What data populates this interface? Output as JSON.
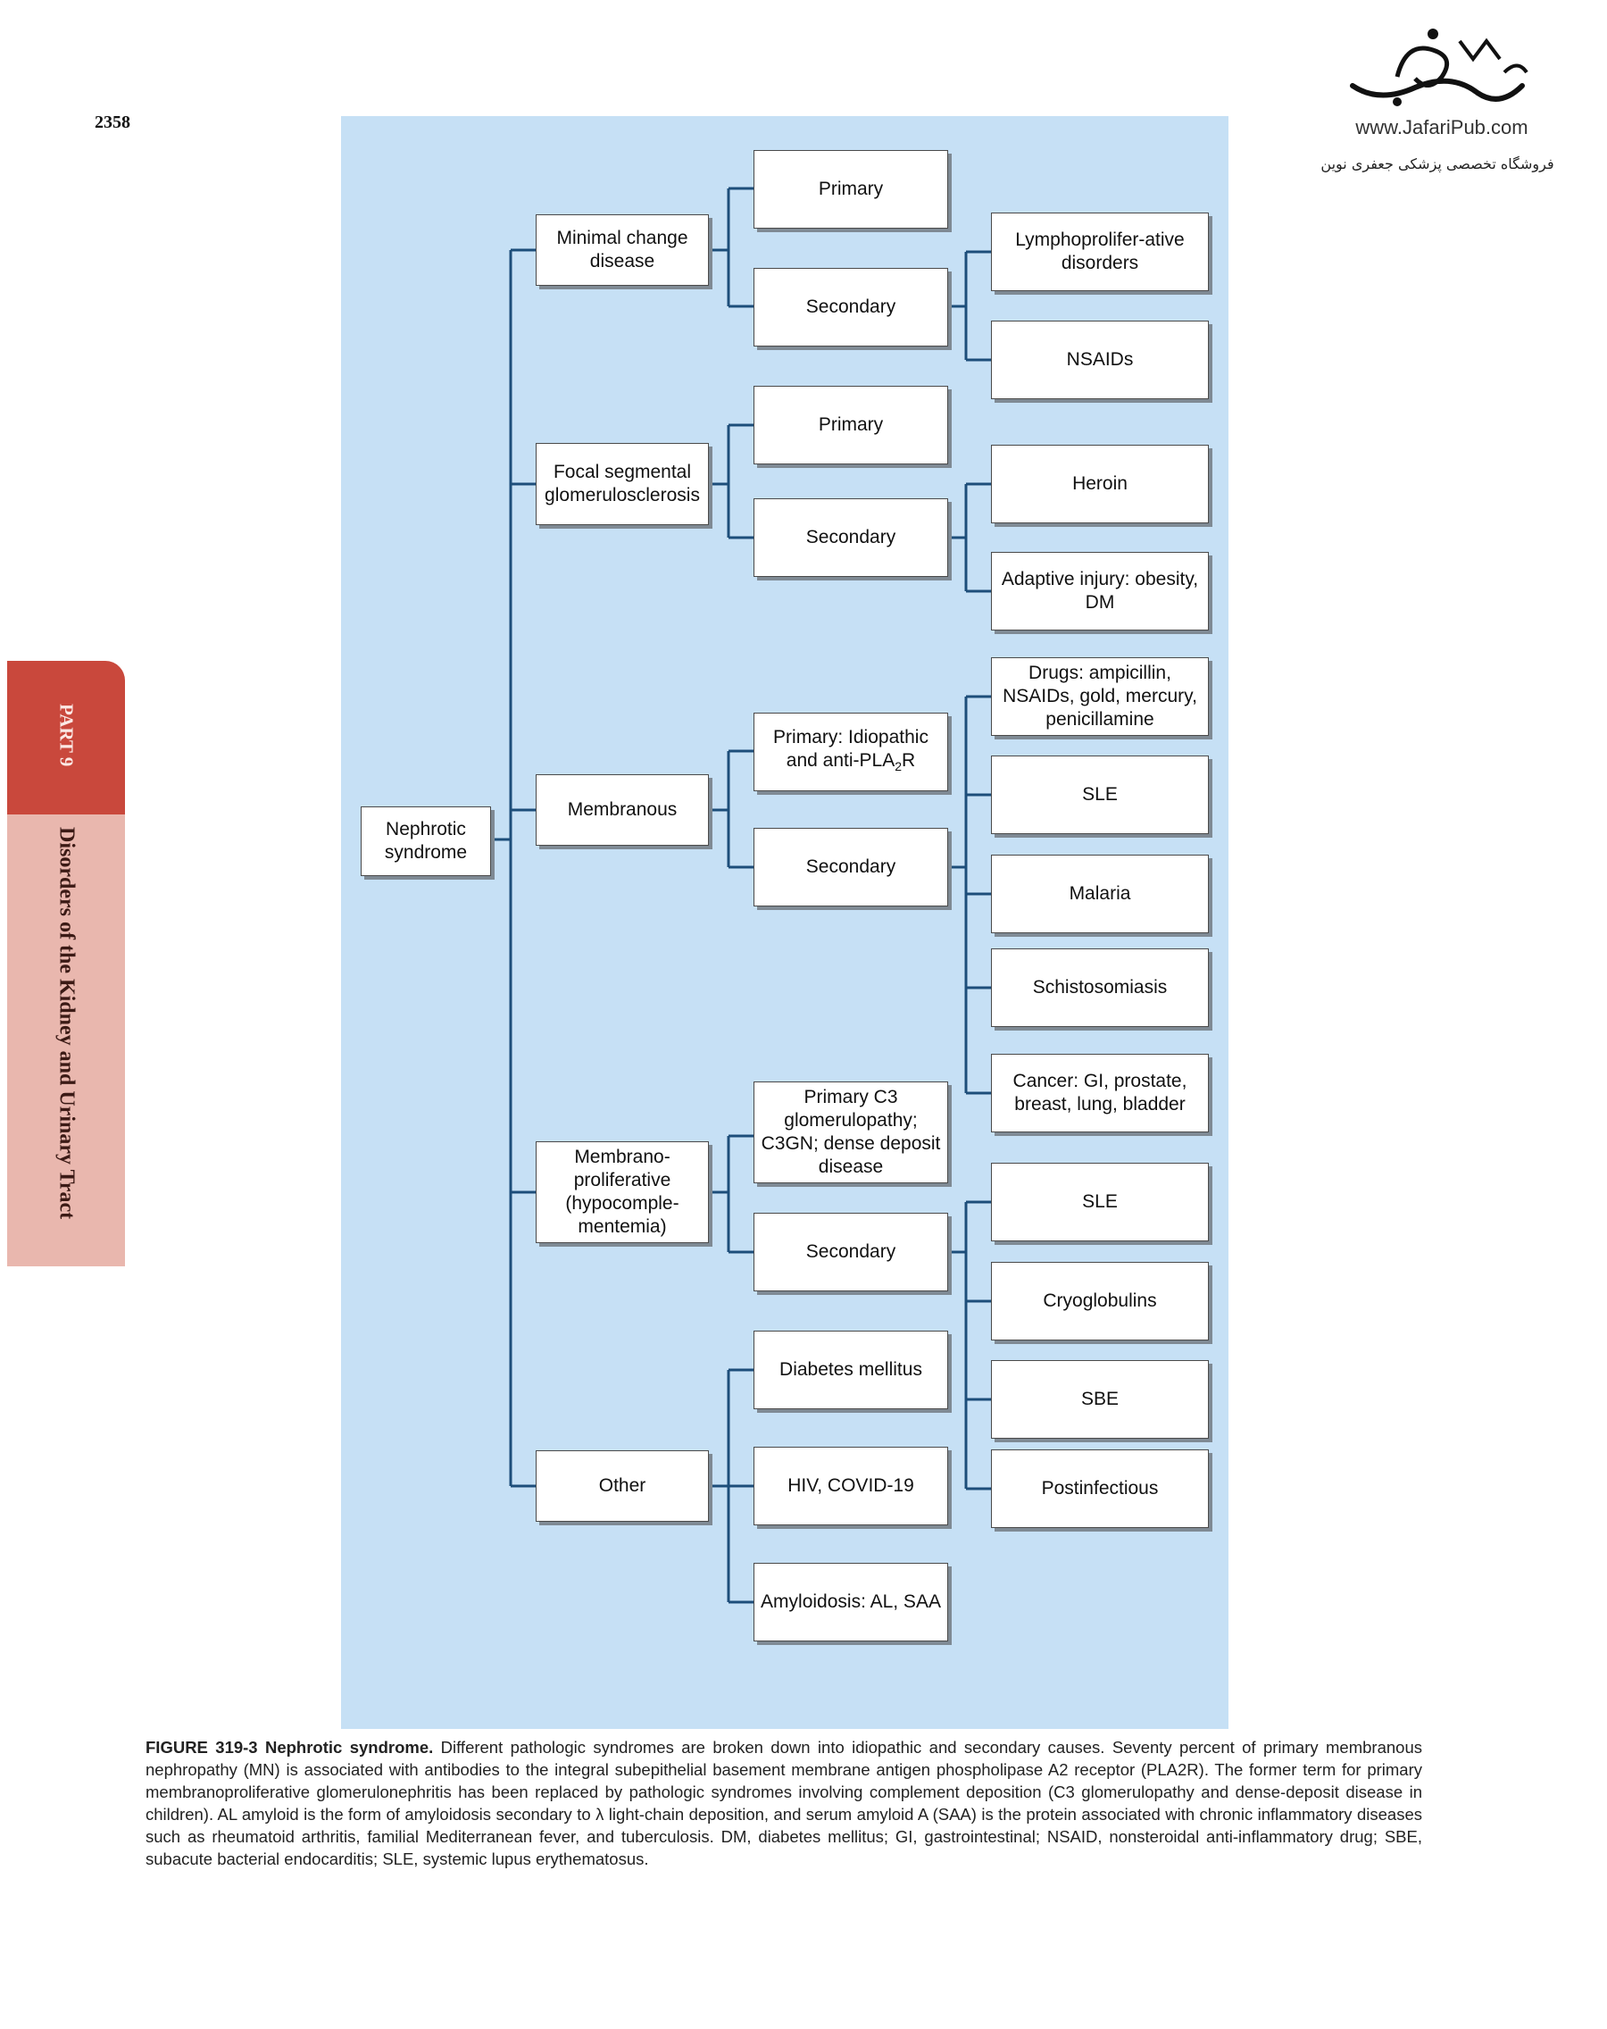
{
  "page_number": "2358",
  "logo": {
    "url": "www.JafariPub.com",
    "tagline": "فروشگاه تخصصی پزشکی جعفری نوین"
  },
  "side_tab": {
    "part": "PART 9",
    "section": "Disorders of the Kidney and Urinary Tract"
  },
  "diagram": {
    "root": "Nephrotic syndrome",
    "categories": {
      "minimal_change": "Minimal change disease",
      "fsgs": "Focal segmental glomerulosclerosis",
      "membranous": "Membranous",
      "mpgn": "Membrano-proliferative (hypocomple-mentemia)",
      "other": "Other"
    },
    "level2": {
      "mcd_primary": "Primary",
      "mcd_secondary": "Secondary",
      "fsgs_primary": "Primary",
      "fsgs_secondary": "Secondary",
      "mn_primary_prefix": "Primary: Idiopathic and anti-PLA",
      "mn_primary_sub": "2",
      "mn_primary_suffix": "R",
      "mn_secondary": "Secondary",
      "mpgn_primary": "Primary C3 glomerulopathy; C3GN; dense deposit disease",
      "mpgn_secondary": "Secondary",
      "other_dm": "Diabetes mellitus",
      "other_hiv": "HIV, COVID-19",
      "other_amyloid": "Amyloidosis: AL, SAA"
    },
    "level3": {
      "mcd_lympho": "Lymphoprolifer-ative disorders",
      "mcd_nsaids": "NSAIDs",
      "fsgs_heroin": "Heroin",
      "fsgs_adaptive": "Adaptive injury: obesity, DM",
      "mn_drugs": "Drugs: ampicillin, NSAIDs, gold, mercury, penicillamine",
      "mn_sle": "SLE",
      "mn_malaria": "Malaria",
      "mn_schisto": "Schistosomiasis",
      "mn_cancer": "Cancer: GI, prostate, breast, lung, bladder",
      "mpgn_sle": "SLE",
      "mpgn_cryo": "Cryoglobulins",
      "mpgn_sbe": "SBE",
      "mpgn_postinf": "Postinfectious"
    }
  },
  "caption": {
    "label": "FIGURE 319-3 Nephrotic syndrome.",
    "text": "Different pathologic syndromes are broken down into idiopathic and secondary causes. Seventy percent of primary membranous nephropathy (MN) is associated with antibodies to the integral subepithelial basement membrane antigen phospholipase A2 receptor (PLA2R). The former term for primary membranoproliferative glomerulonephritis has been replaced by pathologic syndromes involving complement deposition (C3 glomerulopathy and dense-deposit disease in children). AL amyloid is the form of amyloidosis secondary to λ light-chain deposition, and serum amyloid A (SAA) is the protein associated with chronic inflammatory diseases such as rheumatoid arthritis, familial Mediterranean fever, and tuberculosis. DM, diabetes mellitus; GI, gastrointestinal; NSAID, nonsteroidal anti-inflammatory drug; SBE, subacute bacterial endocarditis; SLE, systemic lupus erythematosus."
  },
  "colors": {
    "panel_background": "#c6e0f5",
    "connector": "#1d4e7a",
    "tab_part": "#c9483c",
    "tab_section": "#e9b7ae"
  },
  "icons": [
    "jafaripub-logo-icon"
  ]
}
